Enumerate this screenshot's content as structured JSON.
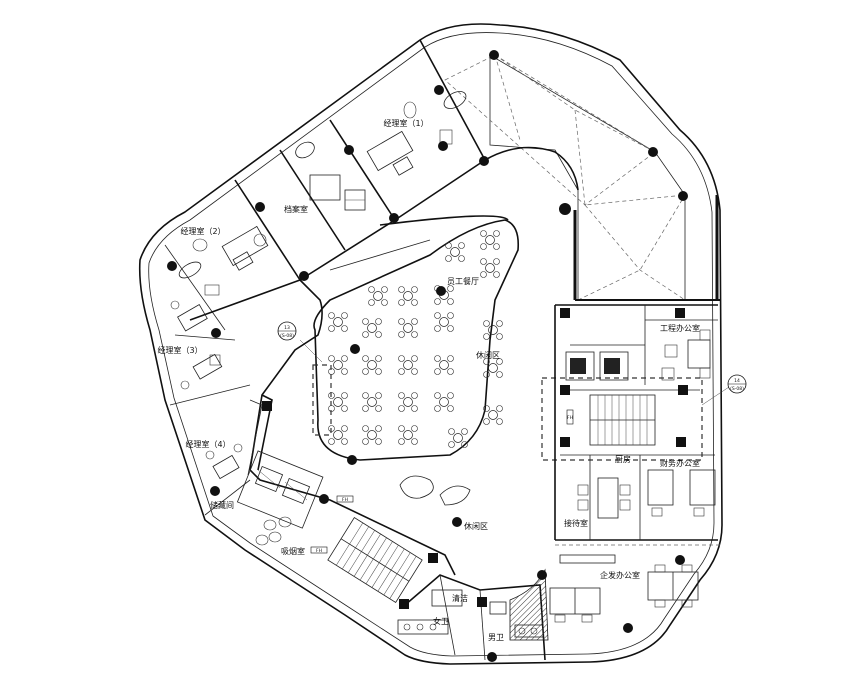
{
  "rooms": {
    "manager1": "经理室（1）",
    "manager2": "经理室（2）",
    "manager3": "经理室（3）",
    "manager4": "经理室（4）",
    "archive": "档案室",
    "staff_canteen": "员工餐厅",
    "lounge_inner": "休闲区",
    "lounge_outer": "休闲区",
    "engineering_office": "工程办公室",
    "finance_office": "财务办公室",
    "pantry": "厨房",
    "reception": "接待室",
    "general_office": "企发办公室",
    "smoking_room": "吸烟室",
    "equipment_room": "储藏间",
    "cleaning": "清洁",
    "female_wc": "女卫",
    "male_wc": "男卫"
  },
  "tags": {
    "section_left_num": "13",
    "section_left_ref": "(S-08)",
    "section_right_num": "14",
    "section_right_ref": "(S-08)",
    "firehose_1": "FH",
    "firehose_2": "FH",
    "firehose_3": "FH"
  }
}
